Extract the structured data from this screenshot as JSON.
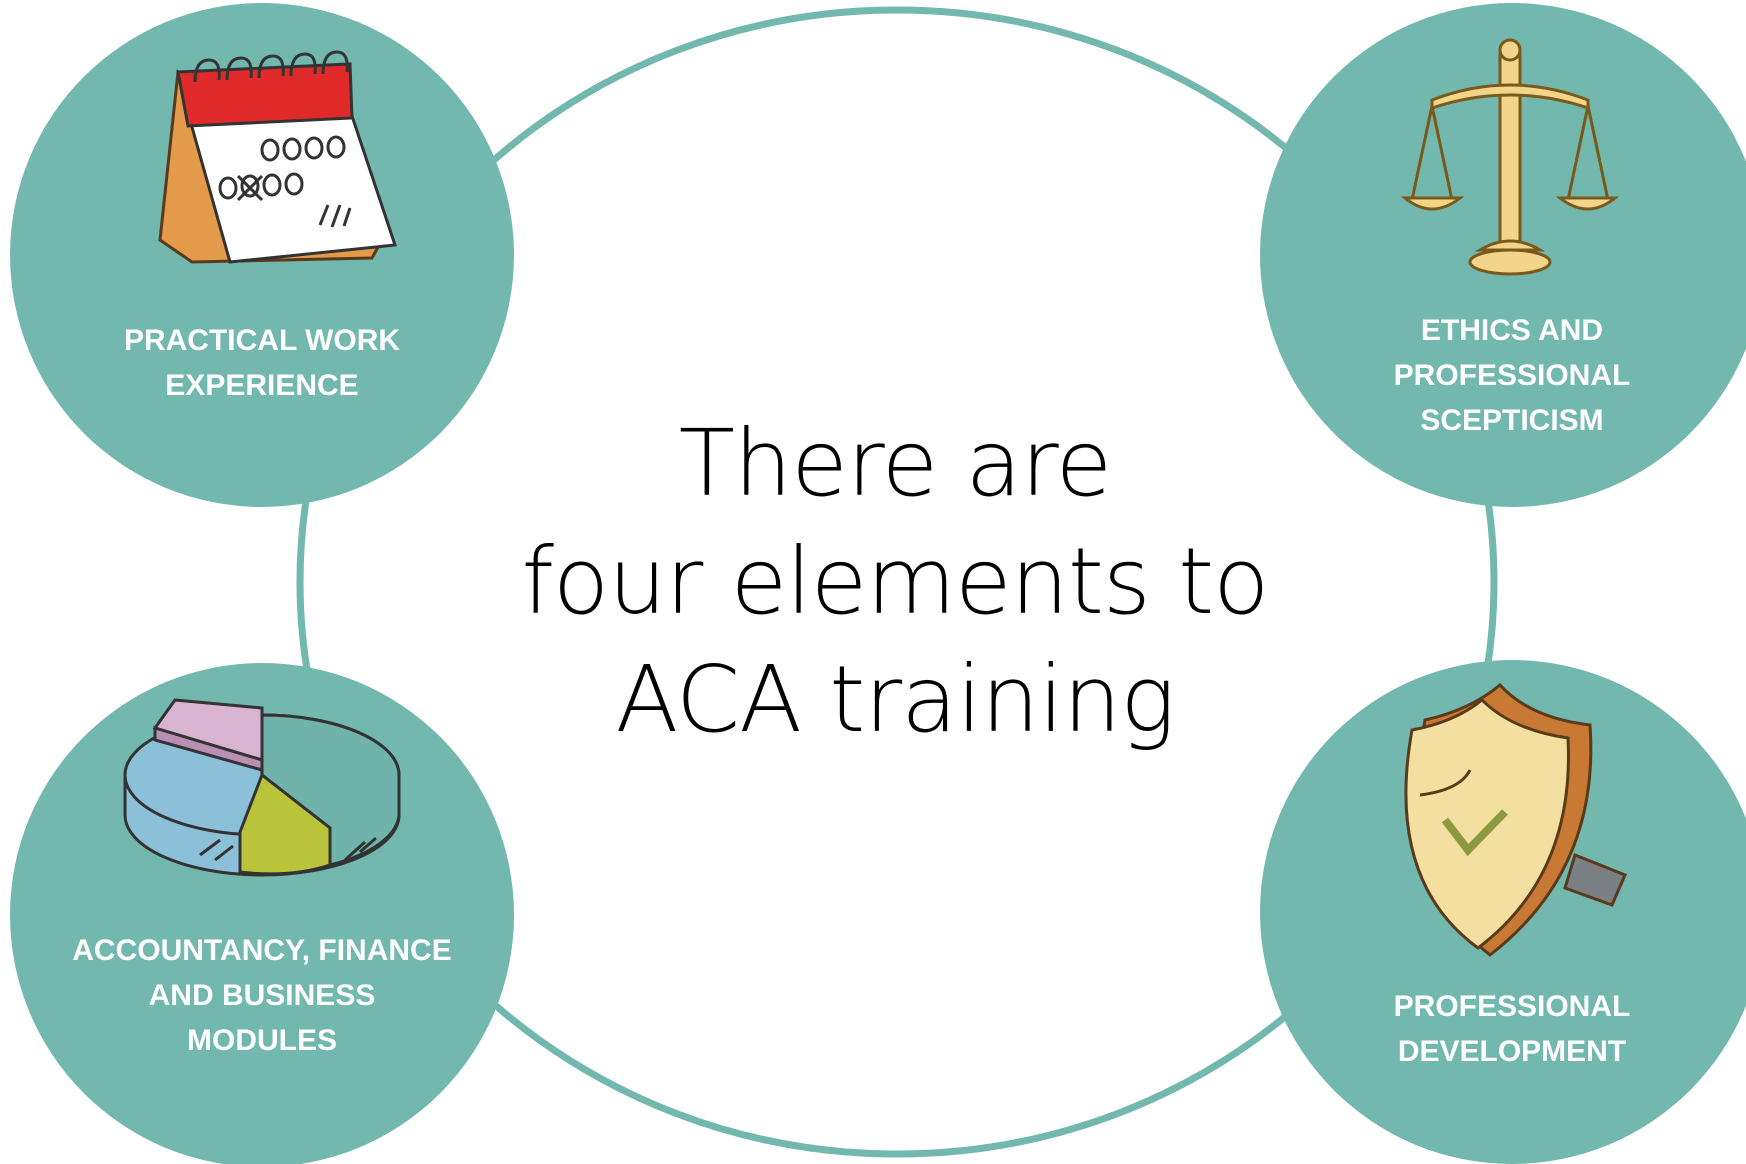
{
  "center": {
    "lines": [
      "There are",
      "four elements to",
      "ACA training"
    ]
  },
  "nodes": [
    {
      "id": "practical",
      "icon": "calendar-icon",
      "lines": [
        "PRACTICAL WORK",
        "EXPERIENCE"
      ]
    },
    {
      "id": "ethics",
      "icon": "scales-of-justice-icon",
      "lines": [
        "ETHICS AND",
        "PROFESSIONAL",
        "SCEPTICISM"
      ]
    },
    {
      "id": "modules",
      "icon": "pie-chart-icon",
      "lines": [
        "ACCOUNTANCY, FINANCE",
        "AND BUSINESS",
        "MODULES"
      ]
    },
    {
      "id": "development",
      "icon": "shield-check-icon",
      "lines": [
        "PROFESSIONAL",
        "DEVELOPMENT"
      ]
    }
  ],
  "colors": {
    "node_fill": "#72b8ae",
    "ring": "#72b8ae",
    "text_on_node": "#ffffff",
    "center_text": "#000000"
  }
}
